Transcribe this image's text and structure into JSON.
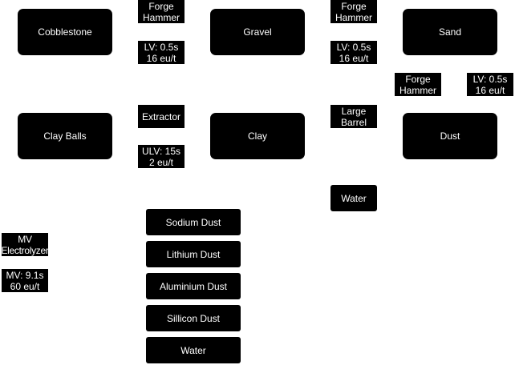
{
  "nodes": {
    "cobblestone": "Cobblestone",
    "gravel": "Gravel",
    "sand": "Sand",
    "clay_balls": "Clay Balls",
    "clay": "Clay",
    "dust": "Dust",
    "water_input": "Water"
  },
  "labels": {
    "forge_hammer_1": "Forge\nHammer",
    "forge_hammer_1_stats": "LV: 0.5s\n16 eu/t",
    "forge_hammer_2": "Forge\nHammer",
    "forge_hammer_2_stats": "LV: 0.5s\n16 eu/t",
    "forge_hammer_3": "Forge\nHammer",
    "forge_hammer_3_stats": "LV: 0.5s\n16 eu/t",
    "extractor": "Extractor",
    "extractor_stats": "ULV: 15s\n2 eu/t",
    "large_barrel": "Large\nBarrel",
    "electrolyzer": "MV\nElectrolyzer",
    "electrolyzer_stats": "MV: 9.1s\n60 eu/t"
  },
  "outputs": [
    "Sodium Dust",
    "Lithium Dust",
    "Aluminium Dust",
    "Sillicon Dust",
    "Water"
  ]
}
